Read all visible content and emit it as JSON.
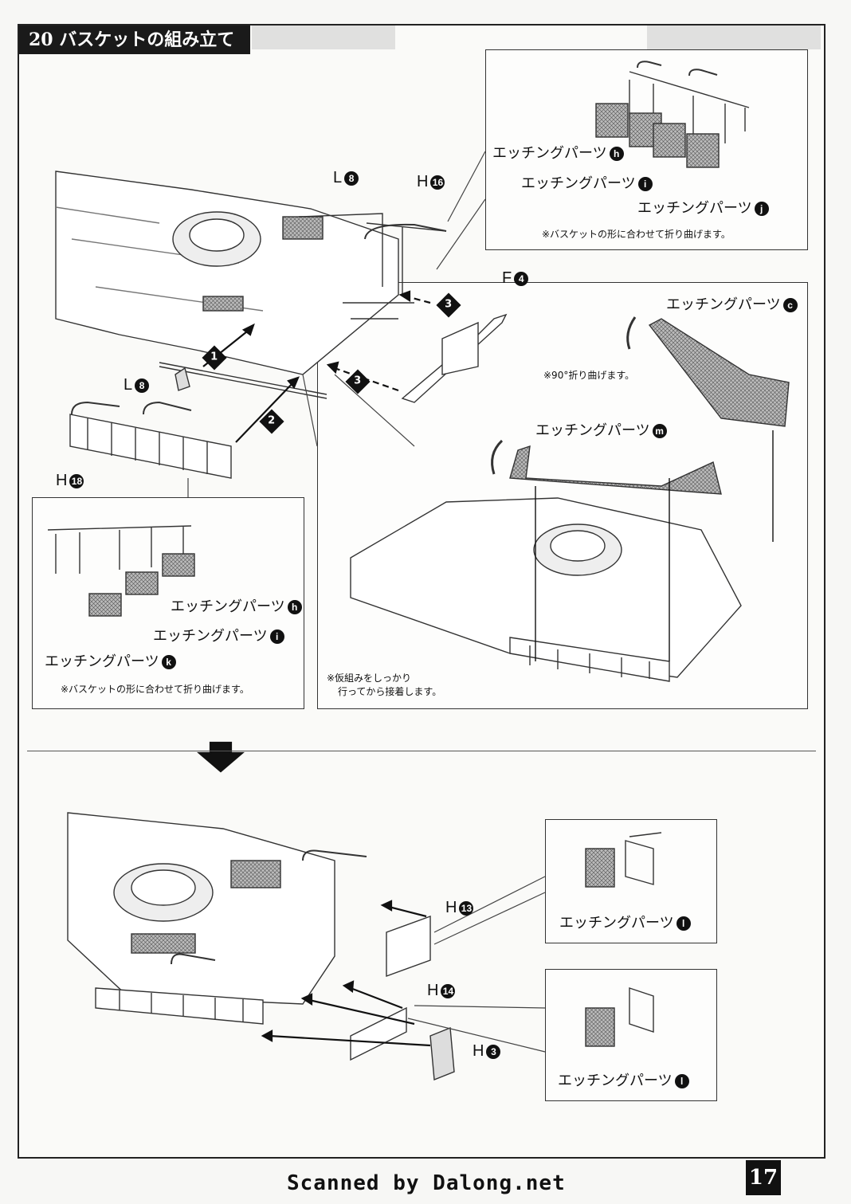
{
  "header": {
    "title": "20 バスケットの組み立て"
  },
  "parts": {
    "l8_top": "L",
    "l8_left": "L",
    "h16": "H",
    "f4": "F",
    "h18": "H",
    "h13": "H",
    "h14": "H",
    "h3": "H"
  },
  "badges": {
    "n8": "8",
    "n16": "16",
    "n4": "4",
    "n18": "18",
    "n13": "13",
    "n14": "14",
    "n3": "3",
    "h": "h",
    "i": "i",
    "j": "j",
    "k": "k",
    "c": "c",
    "m": "m",
    "l": "l"
  },
  "steps": {
    "s1": "1",
    "s2": "2",
    "s3a": "3",
    "s3b": "3"
  },
  "etching": {
    "label": "エッチングパーツ"
  },
  "notes": {
    "bend_basket_top": "※バスケットの形に合わせて折り曲げます。",
    "bend_basket_left": "※バスケットの形に合わせて折り曲げます。",
    "bend_90": "※90°折り曲げます。",
    "temp_fit_1": "※仮組みをしっかり",
    "temp_fit_2": "行ってから接着します。"
  },
  "footer": {
    "scanned": "Scanned by Dalong.net",
    "page_number": "17"
  }
}
